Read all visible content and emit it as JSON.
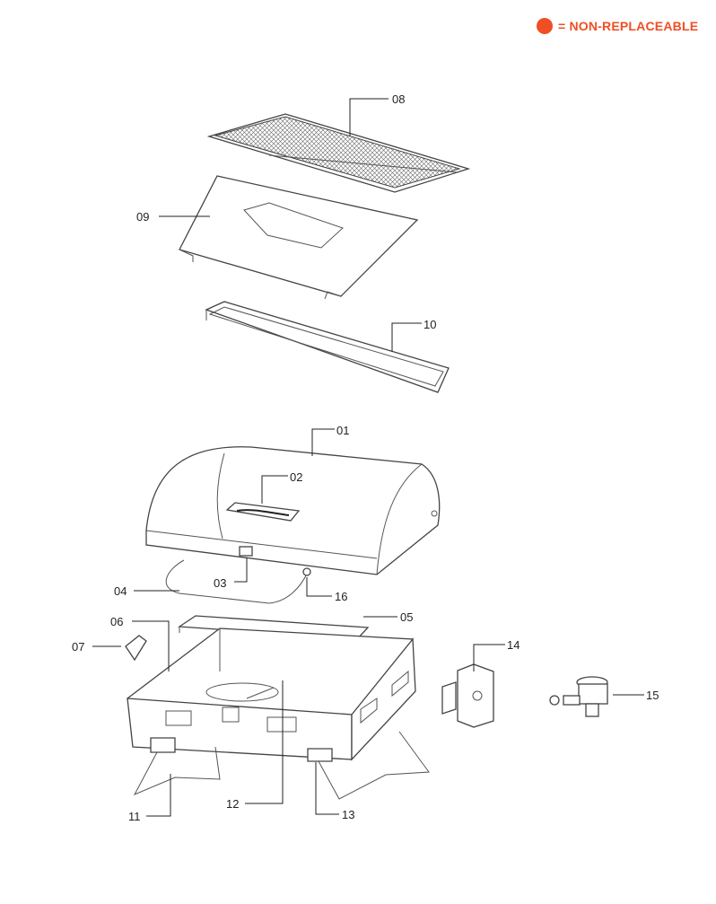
{
  "legend": {
    "label": "= NON-REPLACEABLE",
    "color": "#f04e23",
    "icon": "filled-circle-icon"
  },
  "callouts": [
    {
      "id": "08",
      "label": "08"
    },
    {
      "id": "09",
      "label": "09"
    },
    {
      "id": "10",
      "label": "10"
    },
    {
      "id": "01",
      "label": "01"
    },
    {
      "id": "02",
      "label": "02"
    },
    {
      "id": "03",
      "label": "03"
    },
    {
      "id": "04",
      "label": "04"
    },
    {
      "id": "16",
      "label": "16"
    },
    {
      "id": "05",
      "label": "05"
    },
    {
      "id": "06",
      "label": "06"
    },
    {
      "id": "07",
      "label": "07"
    },
    {
      "id": "14",
      "label": "14"
    },
    {
      "id": "15",
      "label": "15"
    },
    {
      "id": "11",
      "label": "11"
    },
    {
      "id": "12",
      "label": "12"
    },
    {
      "id": "13",
      "label": "13"
    }
  ]
}
